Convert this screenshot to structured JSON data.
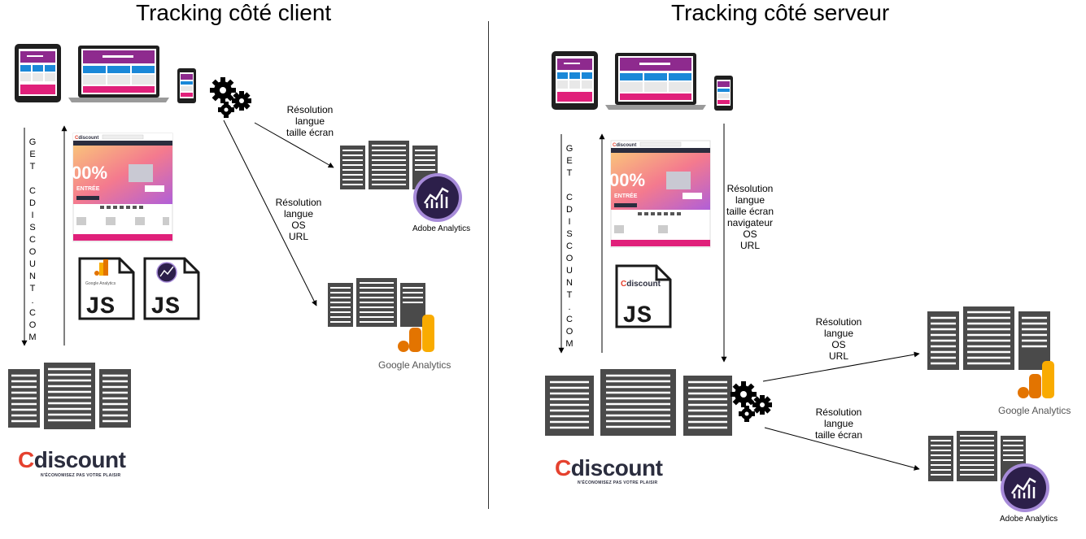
{
  "left": {
    "title": "Tracking côté client",
    "request_label": "GET CDISCOUNT.COM",
    "arrow_label_adobe": "Résolution\nlangue\ntaille écran",
    "arrow_label_google": "Résolution\nlangue\nOS\nURL",
    "adobe_caption": "Adobe Analytics",
    "google_caption": "Google Analytics",
    "js_file_1_caption": "Google Analytics",
    "brand": "Cdiscount",
    "brand_tagline": "N'ÉCONOMISEZ PAS VOTRE PLAISIR"
  },
  "right": {
    "title": "Tracking côté serveur",
    "request_label": "GET CDISCOUNT.COM",
    "arrow_label_down": "Résolution\nlangue\ntaille écran\nnavigateur\nOS\nURL",
    "arrow_label_google": "Résolution\nlangue\nOS\nURL",
    "arrow_label_adobe": "Résolution\nlangue\ntaille écran",
    "google_caption": "Google Analytics",
    "adobe_caption": "Adobe Analytics",
    "js_file_caption": "Cdiscount",
    "brand": "Cdiscount",
    "brand_tagline": "N'ÉCONOMISEZ PAS VOTRE PLAISIR"
  },
  "colors": {
    "server": "#4a4a4a",
    "ga_orange": "#f9ab00",
    "ga_dark_orange": "#e37400",
    "adobe_purple": "#2c1f4a",
    "adobe_ring": "#a78bd9",
    "screen_magenta": "#8e2a8e",
    "screen_blue": "#1a88d8",
    "screen_pink": "#e0207a",
    "brand_red": "#e5412e",
    "brand_navy": "#2b2d3e"
  }
}
